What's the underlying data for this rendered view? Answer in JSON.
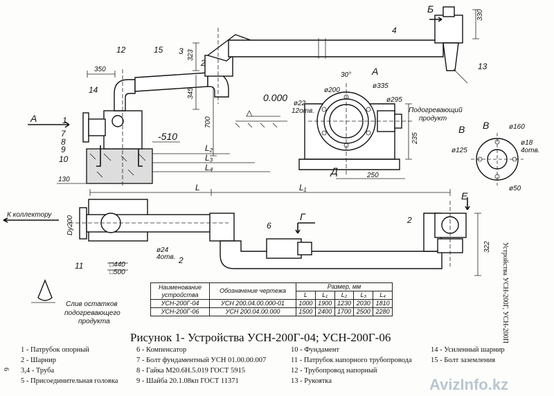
{
  "drawing": {
    "view_letters": {
      "a_left": "A",
      "a_top": "A",
      "b_top": "Б",
      "v": "В",
      "v_label": "В",
      "g": "Г",
      "d": "Д",
      "e": "Е"
    },
    "callouts": {
      "c1": "1",
      "c2": "2",
      "c2b": "2",
      "c2c": "2",
      "c3": "3",
      "c4": "4",
      "c6": "6",
      "c7": "7",
      "c8": "8",
      "c9": "9",
      "c10": "10",
      "c11": "11",
      "c12": "12",
      "c13": "13",
      "c14": "14",
      "c15": "15"
    },
    "dims": {
      "d350": "350",
      "d323": "323",
      "d345": "345",
      "d700": "700",
      "d510": "-510",
      "d130": "130",
      "l2": "L₂",
      "l3": "L₃",
      "l4": "L₄",
      "l": "L",
      "l1": "L₁",
      "d330": "330",
      "level": "0.000",
      "d200": "ø200",
      "d335": "ø335",
      "d295": "ø295",
      "d22": "ø22",
      "holes12": "12отв.",
      "angle30": "30°",
      "d235": "235",
      "d250": "250",
      "d160": "ø160",
      "d18": "ø18",
      "holes4a": "4отв.",
      "d125": "ø125",
      "d50": "ø50",
      "du200": "Dу200",
      "d24": "ø24",
      "holes4b": "4отв.",
      "sq440": "□440",
      "sq500": "□500",
      "d322": "322"
    },
    "notes": {
      "heated_product_1": "Подогревающий",
      "heated_product_2": "продукт",
      "to_collector": "К коллектору",
      "drain_1": "Слив остатков",
      "drain_2": "подогревающего",
      "drain_3": "продукта"
    }
  },
  "table": {
    "headers": {
      "name": "Наименование устройства",
      "designation": "Обозначение чертежа",
      "size": "Размер, мм"
    },
    "size_cols": [
      "L",
      "L₁",
      "L₂",
      "L₃",
      "L₄"
    ],
    "rows": [
      {
        "name": "УСН-200Г-04",
        "designation": "УСН 200.04.00.000-01",
        "sizes": [
          "1000",
          "1900",
          "1230",
          "2030",
          "1810"
        ]
      },
      {
        "name": "УСН-200Г-06",
        "designation": "УСН 200.04.00.000",
        "sizes": [
          "1500",
          "2400",
          "1700",
          "2500",
          "2280"
        ]
      }
    ]
  },
  "title": "Рисунок 1- Устройства УСН-200Г-04; УСН-200Г-06",
  "legend": {
    "col1": [
      "1 - Патрубок опорный",
      "2 - Шарнир",
      "3,4 - Труба",
      "5 - Присоединительная головка"
    ],
    "col2": [
      "6 - Компенсатор",
      "7 - Болт фундаментный УСН 01.00.00.007",
      "8 - Гайка М20.6Н.5.019 ГОСТ 5915",
      "9 - Шайба 20.1.08кп ГОСТ 11371"
    ],
    "col3": [
      "10 - Фундамент",
      "11 - Патрубок напорного трубопровода",
      "12 - Трубопровод напорный",
      "13 - Рукоятка"
    ],
    "col4": [
      "14 - Усиленный шарнир",
      "15 - Болт заземления"
    ]
  },
  "side_caption": "Устройства УСН-200Г, УСН-200П",
  "page_number": "6",
  "watermark": "AvizInfo.kz"
}
